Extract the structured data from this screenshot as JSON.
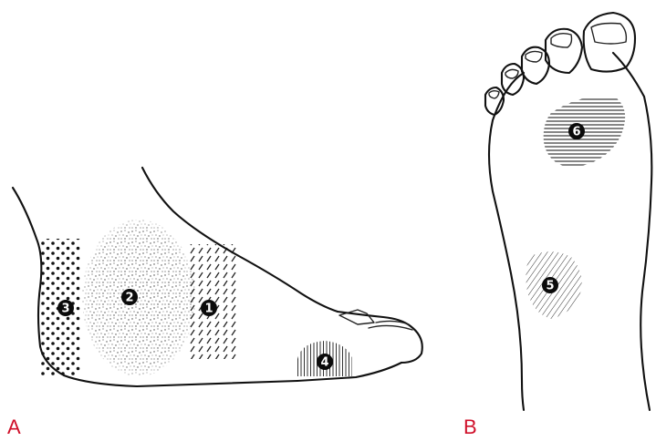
{
  "panels": [
    {
      "id": "A",
      "label": "A"
    },
    {
      "id": "B",
      "label": "B"
    }
  ],
  "markers": [
    {
      "id": 1,
      "label": "1",
      "pattern": "diagonal-dashes",
      "panel": "A"
    },
    {
      "id": 2,
      "label": "2",
      "pattern": "stipple",
      "panel": "A"
    },
    {
      "id": 3,
      "label": "3",
      "pattern": "dots",
      "panel": "A"
    },
    {
      "id": 4,
      "label": "4",
      "pattern": "vertical-hatch",
      "panel": "A"
    },
    {
      "id": 5,
      "label": "5",
      "pattern": "diagonal-hatch",
      "panel": "B"
    },
    {
      "id": 6,
      "label": "6",
      "pattern": "horizontal-hatch",
      "panel": "B"
    }
  ],
  "colors": {
    "panel_label": "#d0102a",
    "outline": "#111111",
    "marker": "#0b0b0b"
  }
}
